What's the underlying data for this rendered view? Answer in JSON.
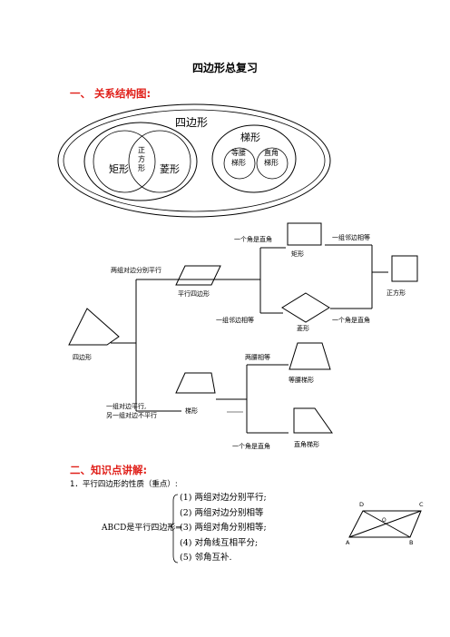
{
  "doc": {
    "title": "四边形总复习",
    "section1": "一、 关系结构图:",
    "section2": "二、知识点讲解:",
    "item1": "1．平行四边形的性质（重点）:"
  },
  "venn": {
    "outer": "四边形",
    "rect": "矩形",
    "rhombus": "菱形",
    "square_chars": [
      "正",
      "方",
      "形"
    ],
    "trapezoid": "梯形",
    "isosceles": [
      "等腰",
      "梯形"
    ],
    "right": [
      "直角",
      "梯形"
    ]
  },
  "tree": {
    "quad": "四边形",
    "cond_para": "两组对边分别平行",
    "para": "平行四边形",
    "cond_rect": "一个角是直角",
    "rect": "矩形",
    "cond_square_from_rect": "一组邻边相等",
    "square": "正方形",
    "cond_rhombus": "一组邻边相等",
    "rhombus": "菱形",
    "cond_square_from_rhombus": "一个角是直角",
    "cond_trap": [
      "一组对边平行,",
      "另一组对边不平行"
    ],
    "trap": "梯形",
    "cond_iso": "两腰相等",
    "iso": "等腰梯形",
    "cond_right": "一个角是直角",
    "right": "直角梯形"
  },
  "props": {
    "lead": "ABCD是平行四边形",
    "arrow": "⇒",
    "items": [
      "(1) 两组对边分别平行;",
      "(2) 两组对边分别相等",
      "(3) 两组对角分别相等;",
      "(4) 对角线互相平分;",
      "(5) 邻角互补."
    ]
  },
  "figure": {
    "A": "A",
    "B": "B",
    "C": "C",
    "D": "D",
    "O": "O"
  }
}
